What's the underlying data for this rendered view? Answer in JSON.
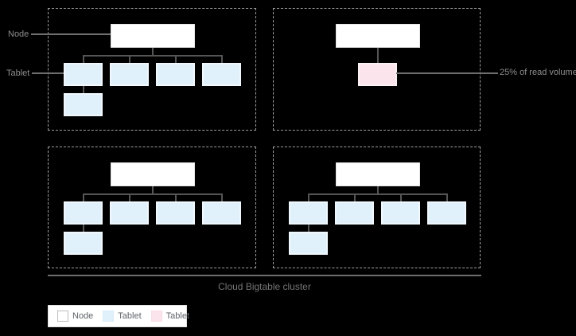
{
  "annotations": {
    "node_pointer": "Node",
    "tablet_pointer": "Tablet",
    "read_volume": "25% of read volume",
    "cluster_caption": "Cloud Bigtable cluster"
  },
  "legend": {
    "items": [
      {
        "label": "Node",
        "swatch": "node-swatch",
        "color": "#ffffff"
      },
      {
        "label": "Tablet",
        "swatch": "tablet-swatch",
        "color": "#e1f1fb"
      },
      {
        "label": "Tablet",
        "swatch": "hot-tablet-swatch",
        "color": "#fce4ec"
      }
    ]
  },
  "diagram": {
    "cluster_panels": 4,
    "panel_1": {
      "node_count": 1,
      "tablet_count": 5
    },
    "panel_2": {
      "node_count": 1,
      "hot_tablet_count": 1
    },
    "panel_3": {
      "node_count": 1,
      "tablet_count": 5
    },
    "panel_4": {
      "node_count": 1,
      "tablet_count": 5
    }
  },
  "colors": {
    "bg": "#000000",
    "panel_border": "#9e9e9e",
    "node_fill": "#ffffff",
    "node_border": "#e4e4e4",
    "tablet_fill": "#e1f1fb",
    "tablet_border": "#f0f8fd",
    "hot_fill": "#fce4ec",
    "hot_border": "#fbf0f5",
    "tree_line": "#555555",
    "anno_line": "#6e6e6e",
    "label_text": "#8e8e8e",
    "cluster_text": "#757575",
    "legend_bg": "#ffffff",
    "legend_border": "#e0e0e0",
    "legend_text": "#5f6368",
    "swatch_node_border": "#bdbdbd",
    "swatch_tablet_border": "#d8ecf8",
    "swatch_hot_border": "#f8dce8"
  }
}
